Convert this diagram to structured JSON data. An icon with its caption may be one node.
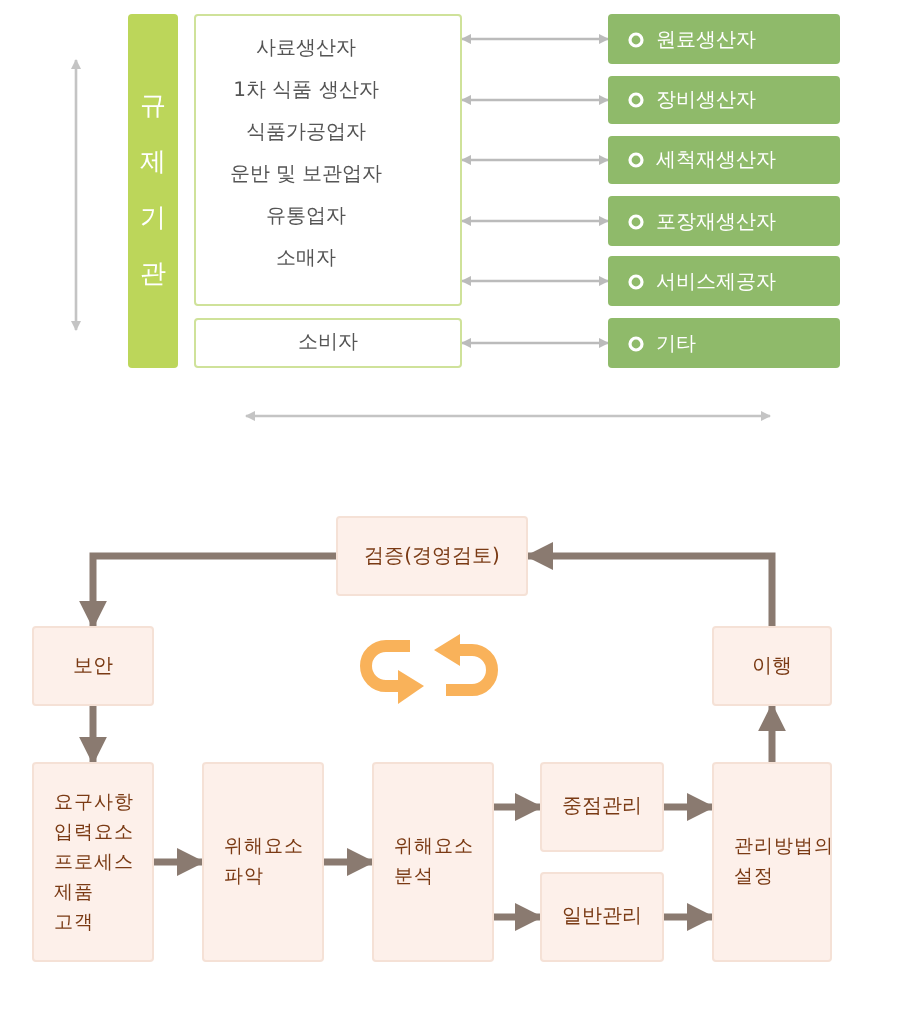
{
  "diagram": {
    "nodes": [
      {
        "text": [
          "규제기관"
        ]
      },
      {
        "text": [
          "사료생산자",
          "1차 식품 생산자",
          "식품가공업자",
          "운반 및 보관업자",
          "유통업자",
          "소매자"
        ]
      },
      {
        "text": [
          "소비자"
        ]
      },
      {
        "text": [
          "원료생산자"
        ]
      },
      {
        "text": [
          "장비생산자"
        ]
      },
      {
        "text": [
          "세척재생산자"
        ]
      },
      {
        "text": [
          "포장재생산자"
        ]
      },
      {
        "text": [
          "서비스제공자"
        ]
      },
      {
        "text": [
          "기타"
        ]
      },
      {
        "text": [
          "검증(경영검토)"
        ]
      },
      {
        "text": [
          "보안"
        ]
      },
      {
        "text": [
          "이행"
        ]
      },
      {
        "text": [
          "요구사항 입력요소 프로세스 제품 고객"
        ]
      },
      {
        "text": [
          "위해요소 파악"
        ]
      },
      {
        "text": [
          "위해요소 분석"
        ]
      },
      {
        "text": [
          "중점관리"
        ]
      },
      {
        "text": [
          "일반관리"
        ]
      },
      {
        "text": [
          "관리방법의 설정"
        ]
      }
    ],
    "edges": [
      {
        "from": 1,
        "to": 3,
        "arrow": "both",
        "color": "#bbbbbb"
      },
      {
        "from": 1,
        "to": 4,
        "arrow": "both",
        "color": "#bbbbbb"
      },
      {
        "from": 1,
        "to": 5,
        "arrow": "both",
        "color": "#bbbbbb"
      },
      {
        "from": 1,
        "to": 6,
        "arrow": "both",
        "color": "#bbbbbb"
      },
      {
        "from": 1,
        "to": 7,
        "arrow": "both",
        "color": "#bbbbbb"
      },
      {
        "from": 2,
        "to": 8,
        "arrow": "both",
        "color": "#bbbbbb"
      },
      {
        "from": 11,
        "to": 9,
        "arrow": "to"
      },
      {
        "from": 9,
        "to": 10,
        "arrow": "to"
      },
      {
        "from": 10,
        "to": 12,
        "arrow": "to"
      },
      {
        "from": 12,
        "to": 13,
        "arrow": "to"
      },
      {
        "from": 13,
        "to": 14,
        "arrow": "to"
      },
      {
        "from": 14,
        "to": 15,
        "arrow": "to"
      },
      {
        "from": 14,
        "to": 16,
        "arrow": "to"
      },
      {
        "from": 15,
        "to": 17,
        "arrow": "to"
      },
      {
        "from": 16,
        "to": 17,
        "arrow": "to"
      },
      {
        "from": 17,
        "to": 11,
        "arrow": "to"
      }
    ]
  }
}
